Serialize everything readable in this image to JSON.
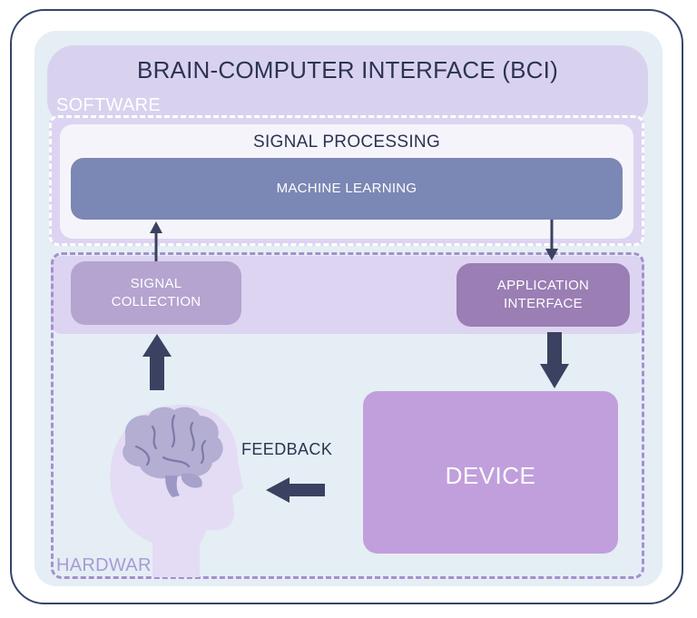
{
  "title": "BRAIN-COMPUTER INTERFACE (BCI)",
  "software_label": "SOFTWARE",
  "hardware_label": "HARDWARE",
  "signal_processing": {
    "label": "SIGNAL PROCESSING"
  },
  "machine_learning": {
    "label": "MACHINE LEARNING"
  },
  "signal_collection": {
    "line1": "SIGNAL",
    "line2": "COLLECTION"
  },
  "application_interface": {
    "line1": "APPLICATION",
    "line2": "INTERFACE"
  },
  "device": {
    "label": "DEVICE"
  },
  "feedback": {
    "label": "FEEDBACK"
  },
  "colors": {
    "frame": "#35456a",
    "software_region": "#dcd4f1",
    "machine_learning": "#7b87b4",
    "signal_collection": "#b4a4cf",
    "application_interface": "#9a7eb4",
    "device": "#c19fdc",
    "head": "#e3dcf4",
    "brain": "#b3aed2",
    "arrow": "#3b4160"
  },
  "icons": {
    "head": "human-head-icon",
    "brain": "brain-icon"
  }
}
